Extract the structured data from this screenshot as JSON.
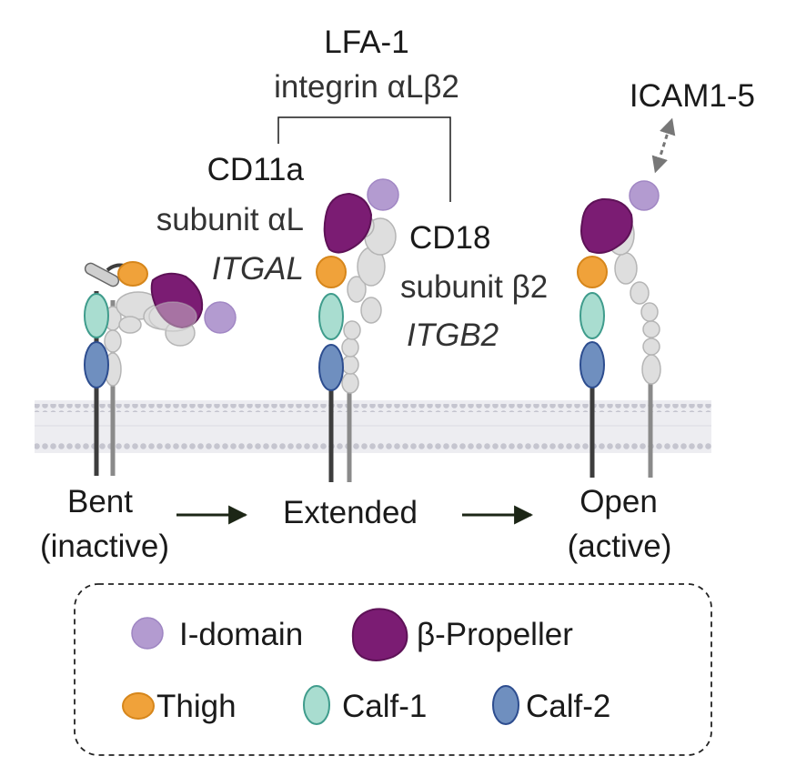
{
  "complex": {
    "name": "LFA-1",
    "alias": "integrin αLβ2"
  },
  "alpha_subunit": {
    "protein": "CD11a",
    "subunit": "subunit αL",
    "gene": "ITGAL"
  },
  "beta_subunit": {
    "protein": "CD18",
    "subunit": "subunit β2",
    "gene": "ITGB2"
  },
  "ligand": {
    "label": "ICAM1-5"
  },
  "states": {
    "bent": {
      "line1": "Bent",
      "line2": "(inactive)"
    },
    "extended": {
      "line1": "Extended"
    },
    "open": {
      "line1": "Open",
      "line2": "(active)"
    }
  },
  "legend": [
    {
      "label": "I-domain",
      "color": "#b39bd0",
      "stroke": "#9e85c2"
    },
    {
      "label": "β-Propeller",
      "color": "#7b1c73",
      "stroke": "#5e1257"
    },
    {
      "label": "Thigh",
      "color": "#f0a23a",
      "stroke": "#d6861b"
    },
    {
      "label": "Calf-1",
      "color": "#a9ddd0",
      "stroke": "#3f9c8c"
    },
    {
      "label": "Calf-2",
      "color": "#6f8fbf",
      "stroke": "#2d4d8f"
    }
  ],
  "colors": {
    "membrane_head": "#c5c5cf",
    "membrane_band": "#e9e9ee",
    "beta_domains": "#dedede",
    "stalk_alpha": "#3d3d3d",
    "stalk_beta": "#8a8a8a",
    "arrow": "#1c2616"
  }
}
